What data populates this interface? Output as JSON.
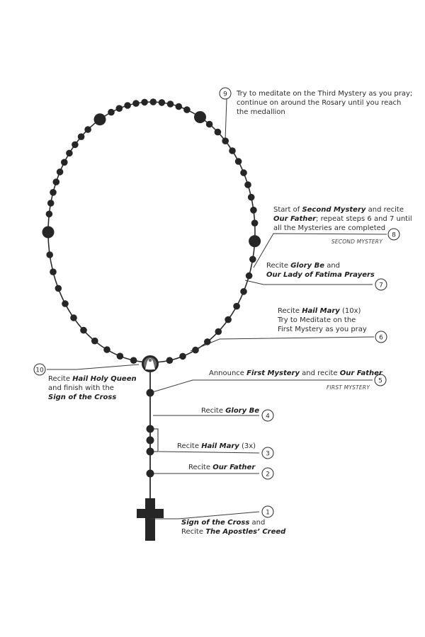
{
  "steps": [
    {
      "num": "1",
      "line1_b": "Sign of the Cross",
      "line1_tail": " and",
      "line2_pre": "Recite ",
      "line2_b": "The Apostles’ Creed"
    },
    {
      "num": "2",
      "pre": "Recite ",
      "b": "Our Father"
    },
    {
      "num": "3",
      "pre": "Recite ",
      "b": "Hail Mary",
      "tail": " (3x)"
    },
    {
      "num": "4",
      "pre": "Recite ",
      "b": "Glory Be"
    },
    {
      "num": "5",
      "pre": "Announce ",
      "b": "First Mystery",
      "mid": " and recite ",
      "b2": "Our Father",
      "tag": "FIRST MYSTERY"
    },
    {
      "num": "6",
      "l1_pre": "Recite ",
      "l1_b": "Hail Mary",
      "l1_tail": " (10x)",
      "l2": "Try to Meditate on the",
      "l3": "First Mystery as you pray"
    },
    {
      "num": "7",
      "l1_pre": "Recite ",
      "l1_b": "Glory Be",
      "l1_tail": " and",
      "l2_b": "Our Lady of Fatima Prayers"
    },
    {
      "num": "8",
      "l1_pre": "Start of ",
      "l1_b": "Second Mystery",
      "l1_tail": " and recite",
      "l2_b": "Our Father",
      "l2_tail": "; repeat steps 6 and 7 until",
      "l3": "all the Mysteries are completed",
      "tag": "SECOND MYSTERY"
    },
    {
      "num": "9",
      "l1": "Try to meditate on the Third Mystery as you pray;",
      "l2": "continue on around the Rosary until you reach",
      "l3": "the medallion"
    },
    {
      "num": "10",
      "l1_pre": "Recite ",
      "l1_b": "Hail Holy Queen",
      "l2": "and finish with the",
      "l3_b": "Sign of the Cross"
    }
  ],
  "colors": {
    "ink": "#2a2a2a",
    "bead": "#262626",
    "line": "#3a3a3a"
  }
}
